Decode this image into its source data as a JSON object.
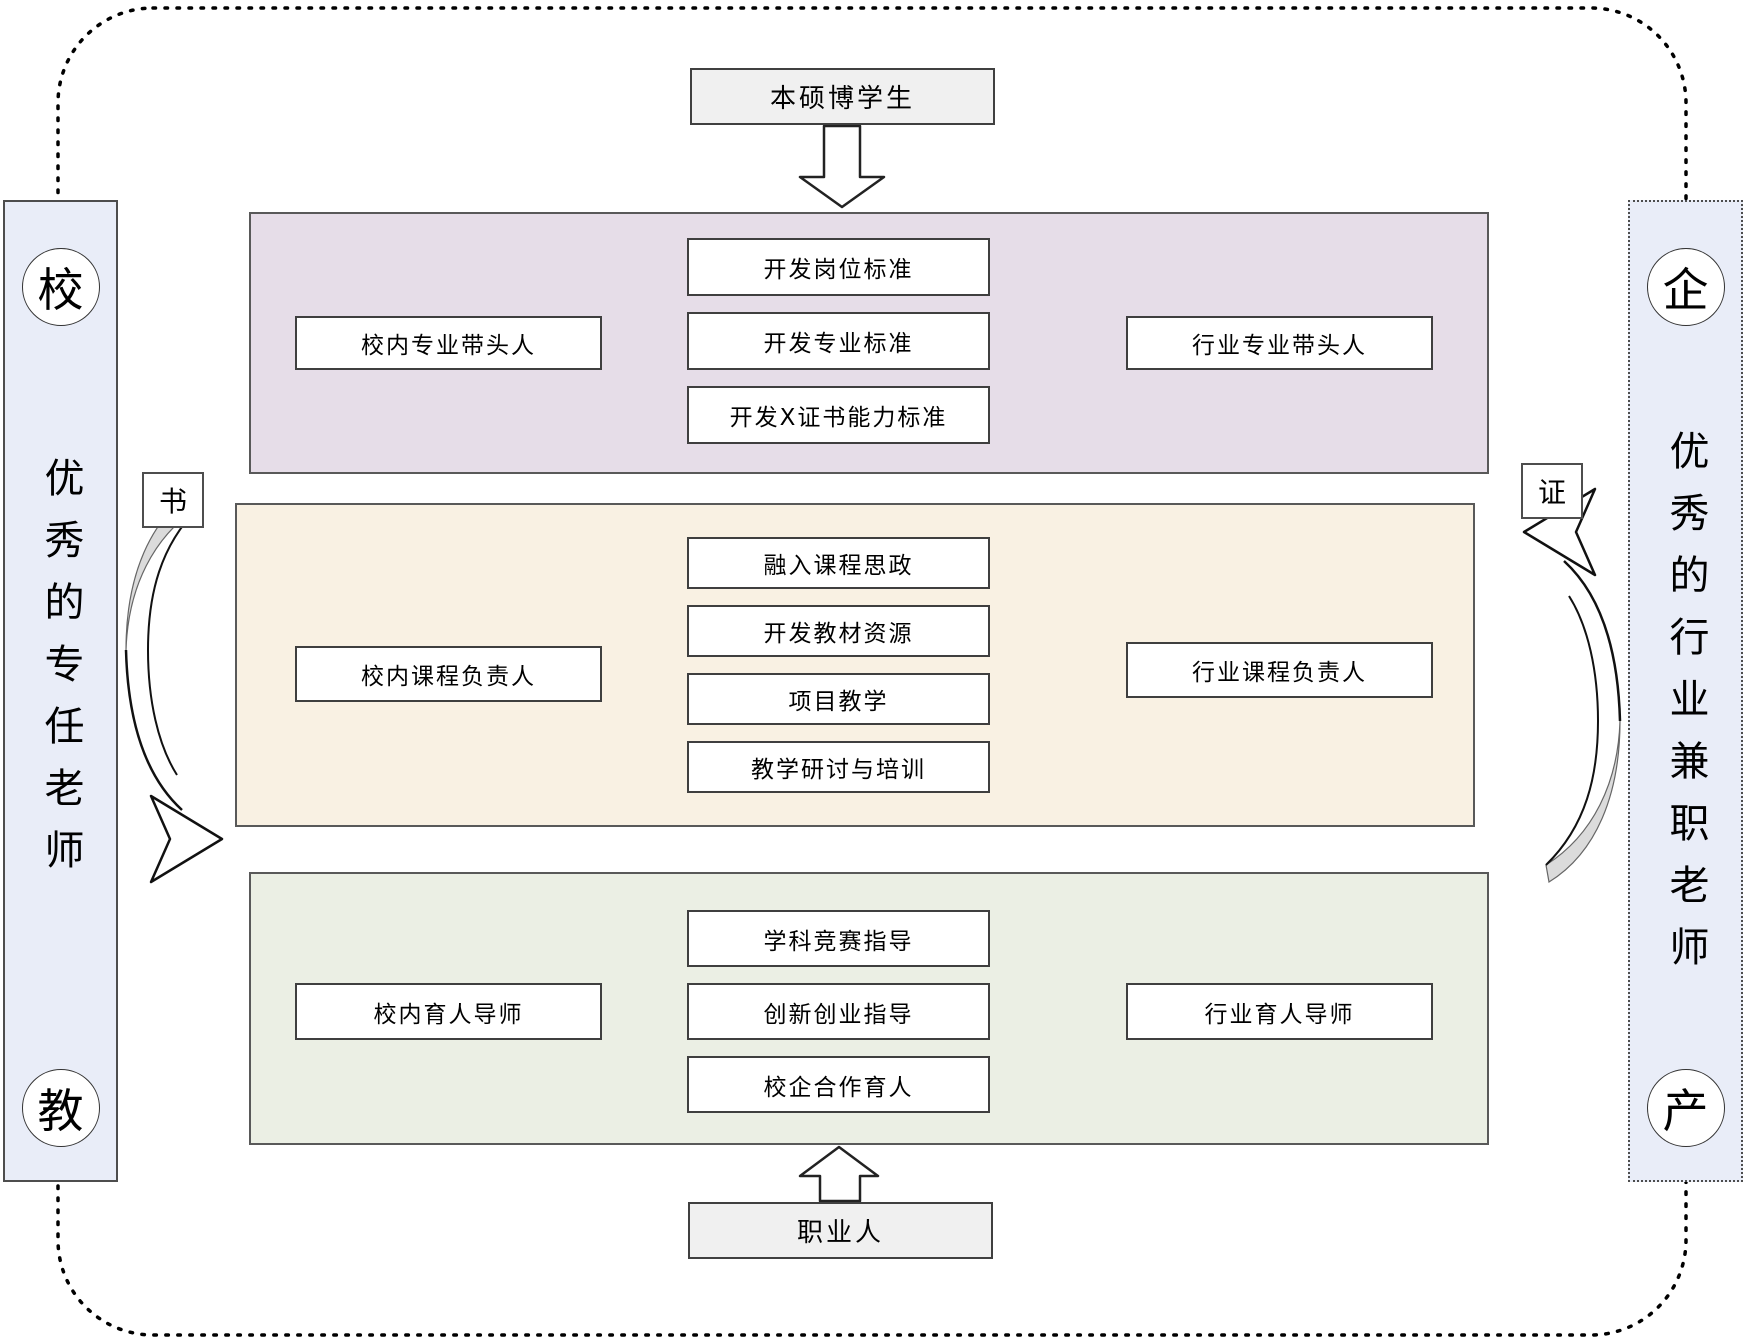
{
  "diagram": {
    "top_node": "本硕博学生",
    "bottom_node": "职业人",
    "left_rail": {
      "top_badge": "校",
      "title": "优秀的专任老师",
      "bottom_badge": "教"
    },
    "right_rail": {
      "top_badge": "企",
      "title": "优秀的行业兼职老师",
      "bottom_badge": "产"
    },
    "book_tag": "书",
    "cert_tag": "证",
    "bands": [
      {
        "left": "校内专业带头人",
        "items": [
          "开发岗位标准",
          "开发专业标准",
          "开发X证书能力标准"
        ],
        "right": "行业专业带头人"
      },
      {
        "left": "校内课程负责人",
        "items": [
          "融入课程思政",
          "开发教材资源",
          "项目教学",
          "教学研讨与培训"
        ],
        "right": "行业课程负责人"
      },
      {
        "left": "校内育人导师",
        "items": [
          "学科竞赛指导",
          "创新创业指导",
          "校企合作育人"
        ],
        "right": "行业育人导师"
      }
    ],
    "colors": {
      "band_standards": "#E6DDE8",
      "band_courses": "#F9F1E3",
      "band_mentoring": "#EBEFE4",
      "rail_fill": "#E9EDF8",
      "terminal_node_fill": "#F0F0F0",
      "arrow_crescent_fill": "#DBDBDB",
      "border_dark": "#3F3F3F"
    }
  }
}
